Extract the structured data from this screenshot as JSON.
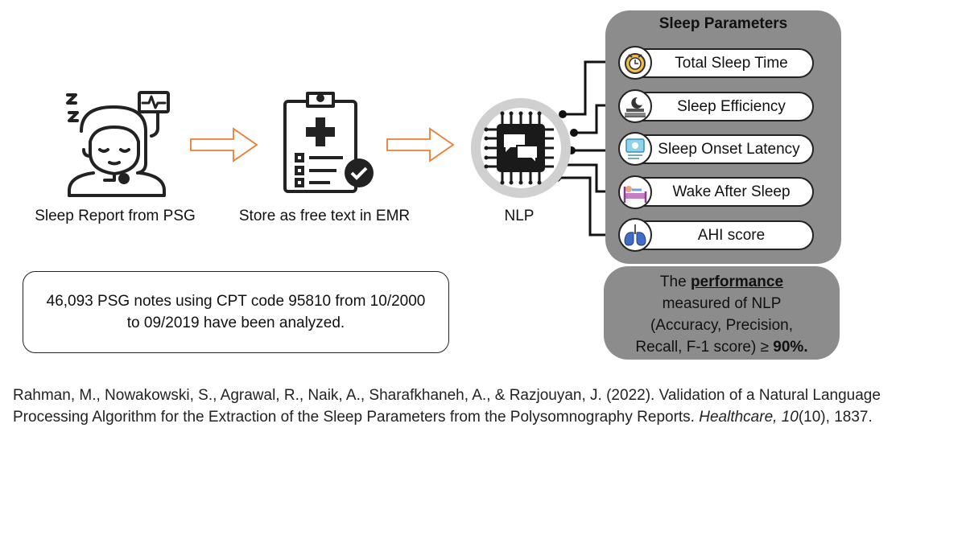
{
  "flow": {
    "step1_caption": "Sleep Report from PSG",
    "step2_caption": "Store as free text in EMR",
    "step3_caption": "NLP"
  },
  "parameters": {
    "title": "Sleep Parameters",
    "items": [
      {
        "label": "Total Sleep Time",
        "icon": "clock-face-icon"
      },
      {
        "label": "Sleep Efficiency",
        "icon": "sleeping-bed-icon"
      },
      {
        "label": "Sleep Onset Latency",
        "icon": "sleep-onset-icon"
      },
      {
        "label": "Wake After Sleep",
        "icon": "person-in-bed-icon"
      },
      {
        "label": "AHI score",
        "icon": "lungs-icon"
      }
    ]
  },
  "performance": {
    "prefix": "The ",
    "keyword": "performance",
    "line2": "measured of NLP",
    "line3": "(Accuracy, Precision,",
    "line4_text": "Recall, F-1 score) ≥ ",
    "line4_value": "90%."
  },
  "note": {
    "line1": "46,093 PSG notes using CPT code 95810 from 10/2000",
    "line2": "to 09/2019 have been analyzed."
  },
  "citation": {
    "part1": "Rahman, M., Nowakowski, S., Agrawal, R., Naik, A., Sharafkhaneh, A., & Razjouyan, J. (2022). Validation of a Natural Language Processing Algorithm for the Extraction of the Sleep Parameters from the Polysomnography Reports. ",
    "journal": "Healthcare,",
    "volume": "10",
    "issue": "(10), 1837."
  },
  "colors": {
    "arrow": "#ed7d31",
    "panel": "#8c8c8c",
    "chip": "#1a1a1a",
    "ring": "#d0d0d0"
  }
}
